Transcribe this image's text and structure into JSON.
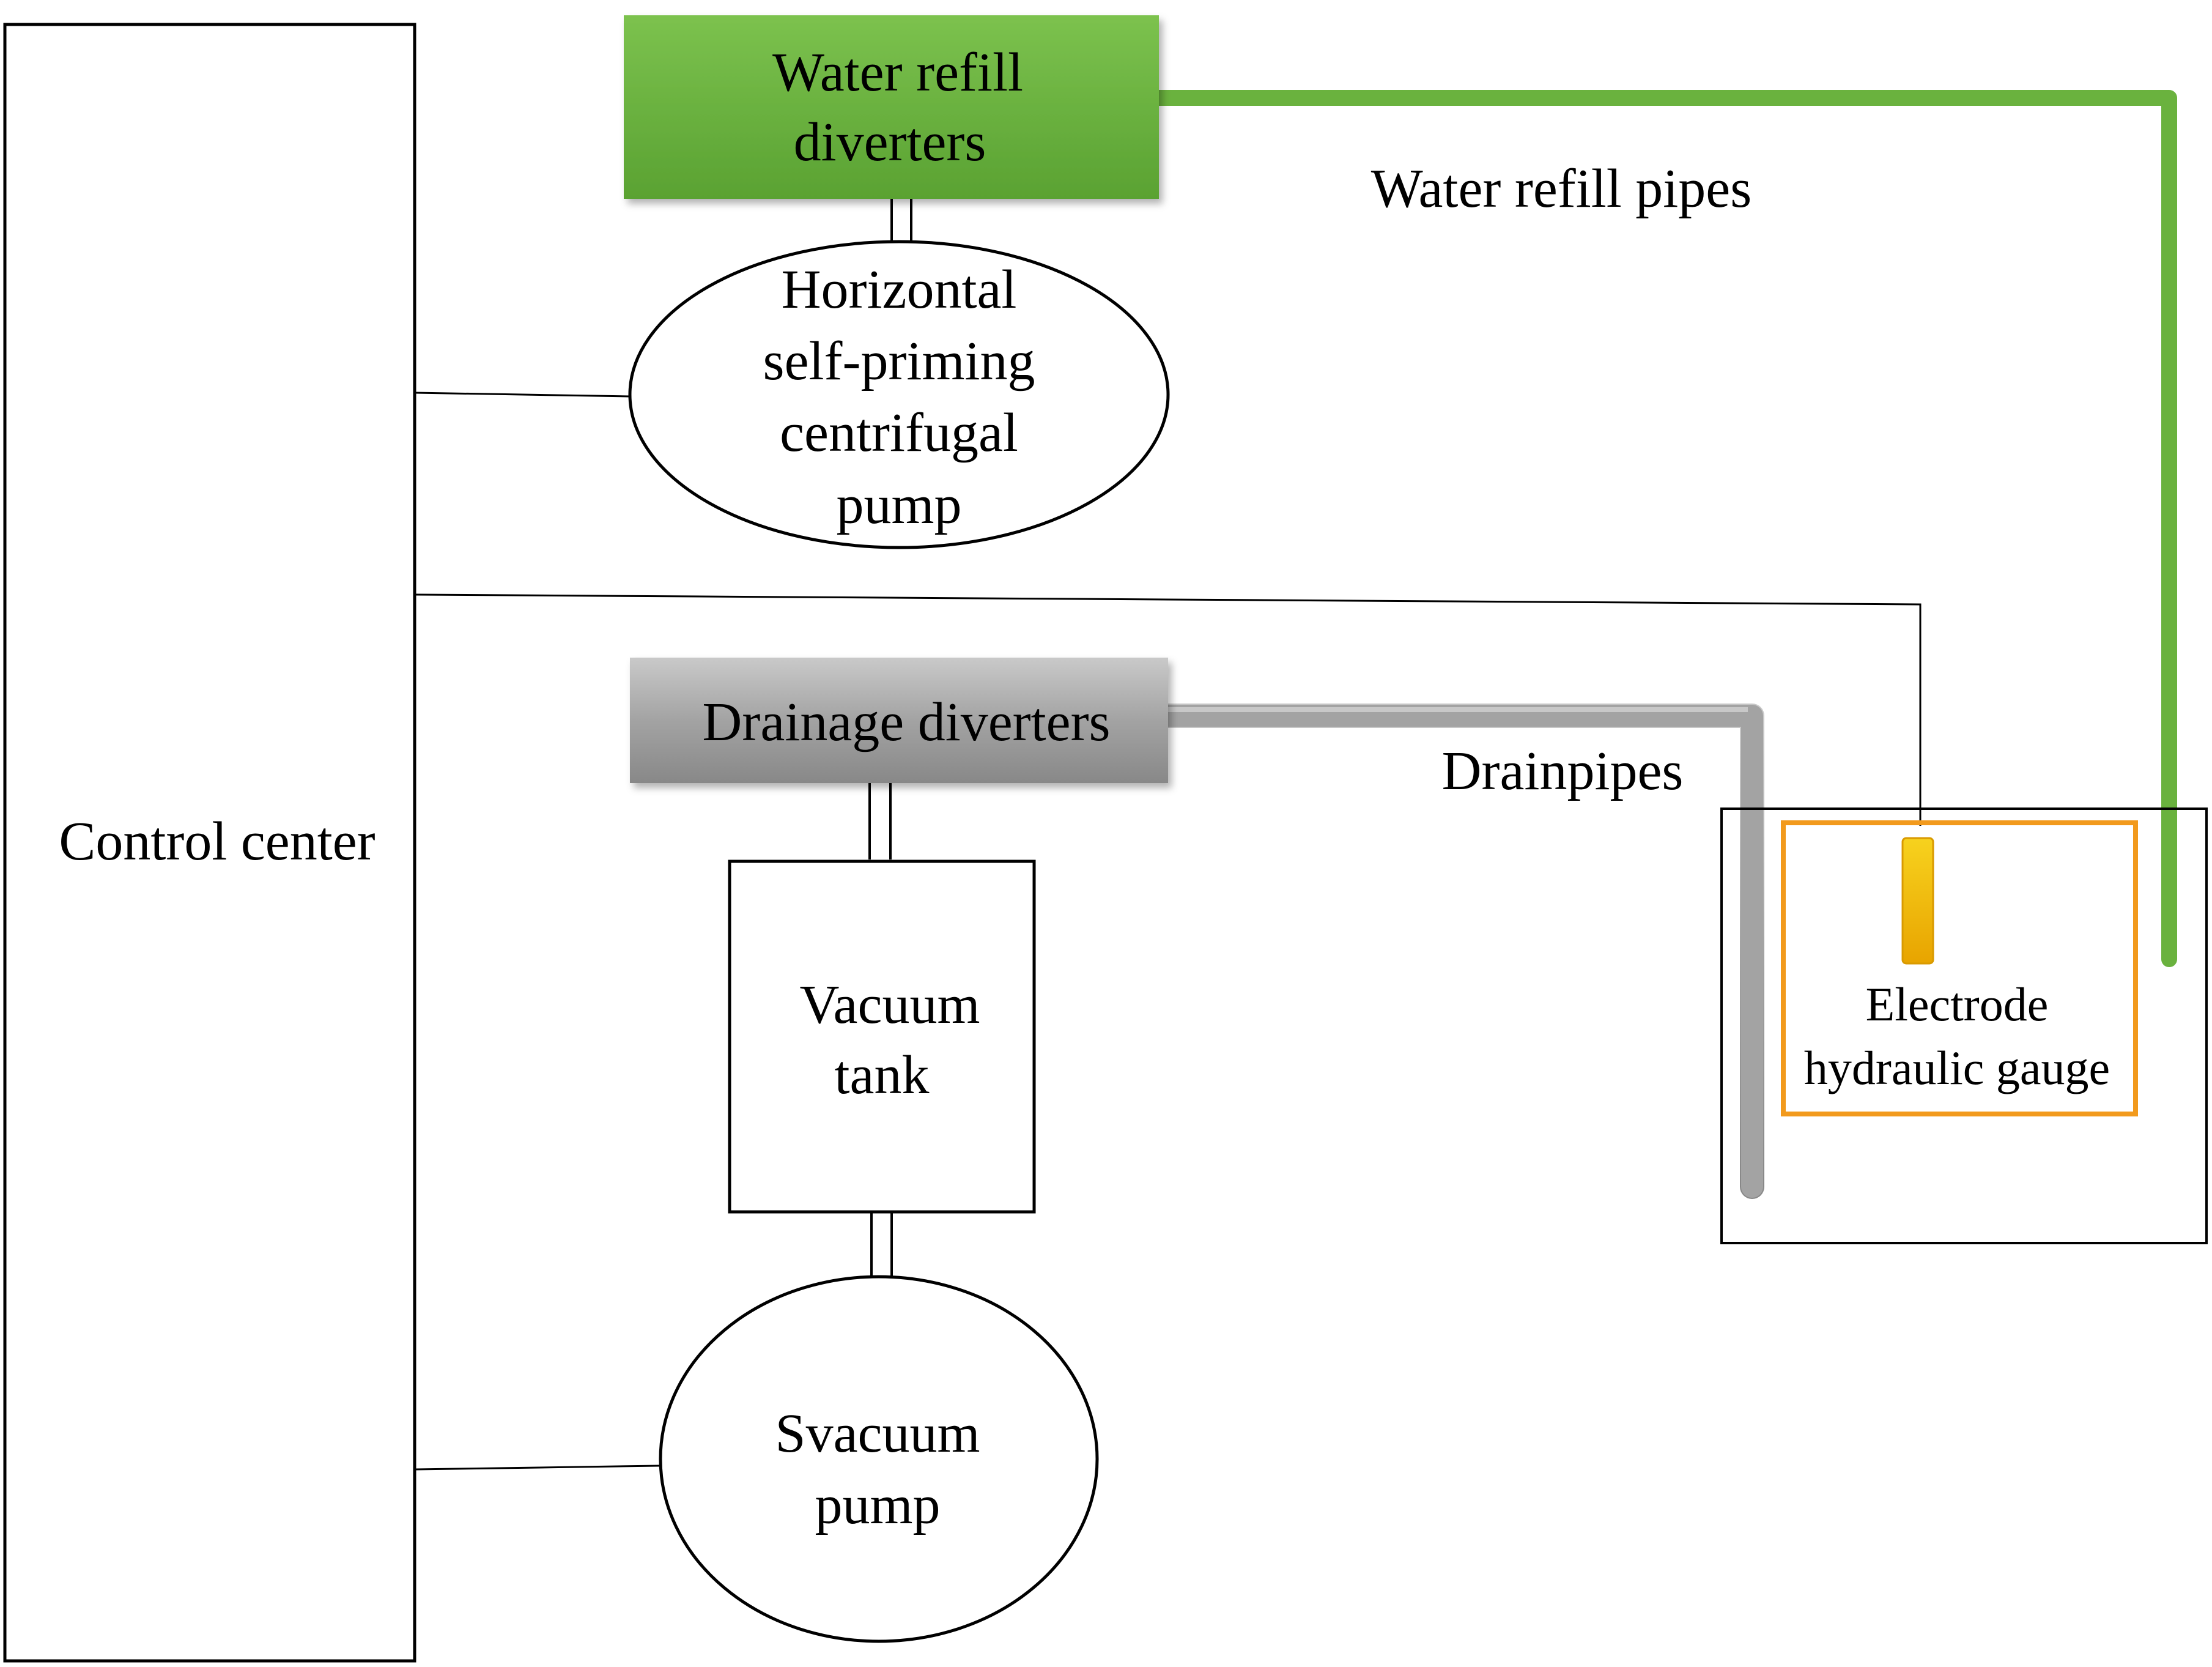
{
  "colors": {
    "water": "#6ab23e",
    "drain": "#9e9e9e",
    "gauge_border": "#f29a1d",
    "electrode": "#f2b705",
    "line": "#000000"
  },
  "nodes": {
    "control_center": {
      "label": "Control center"
    },
    "water_refill_diverters": {
      "lines": [
        "Water refill",
        "diverters"
      ]
    },
    "centrifugal_pump": {
      "lines": [
        "Horizontal",
        "self-priming",
        "centrifugal",
        "pump"
      ]
    },
    "drainage_diverters": {
      "label": "Drainage diverters"
    },
    "vacuum_tank": {
      "lines": [
        "Vacuum",
        "tank"
      ]
    },
    "vacuum_pump": {
      "lines": [
        "Svacuum",
        "pump"
      ]
    },
    "electrode_gauge": {
      "lines": [
        "Electrode",
        "hydraulic gauge"
      ]
    }
  },
  "labels": {
    "water_refill_pipes": "Water refill pipes",
    "drainpipes": "Drainpipes"
  }
}
